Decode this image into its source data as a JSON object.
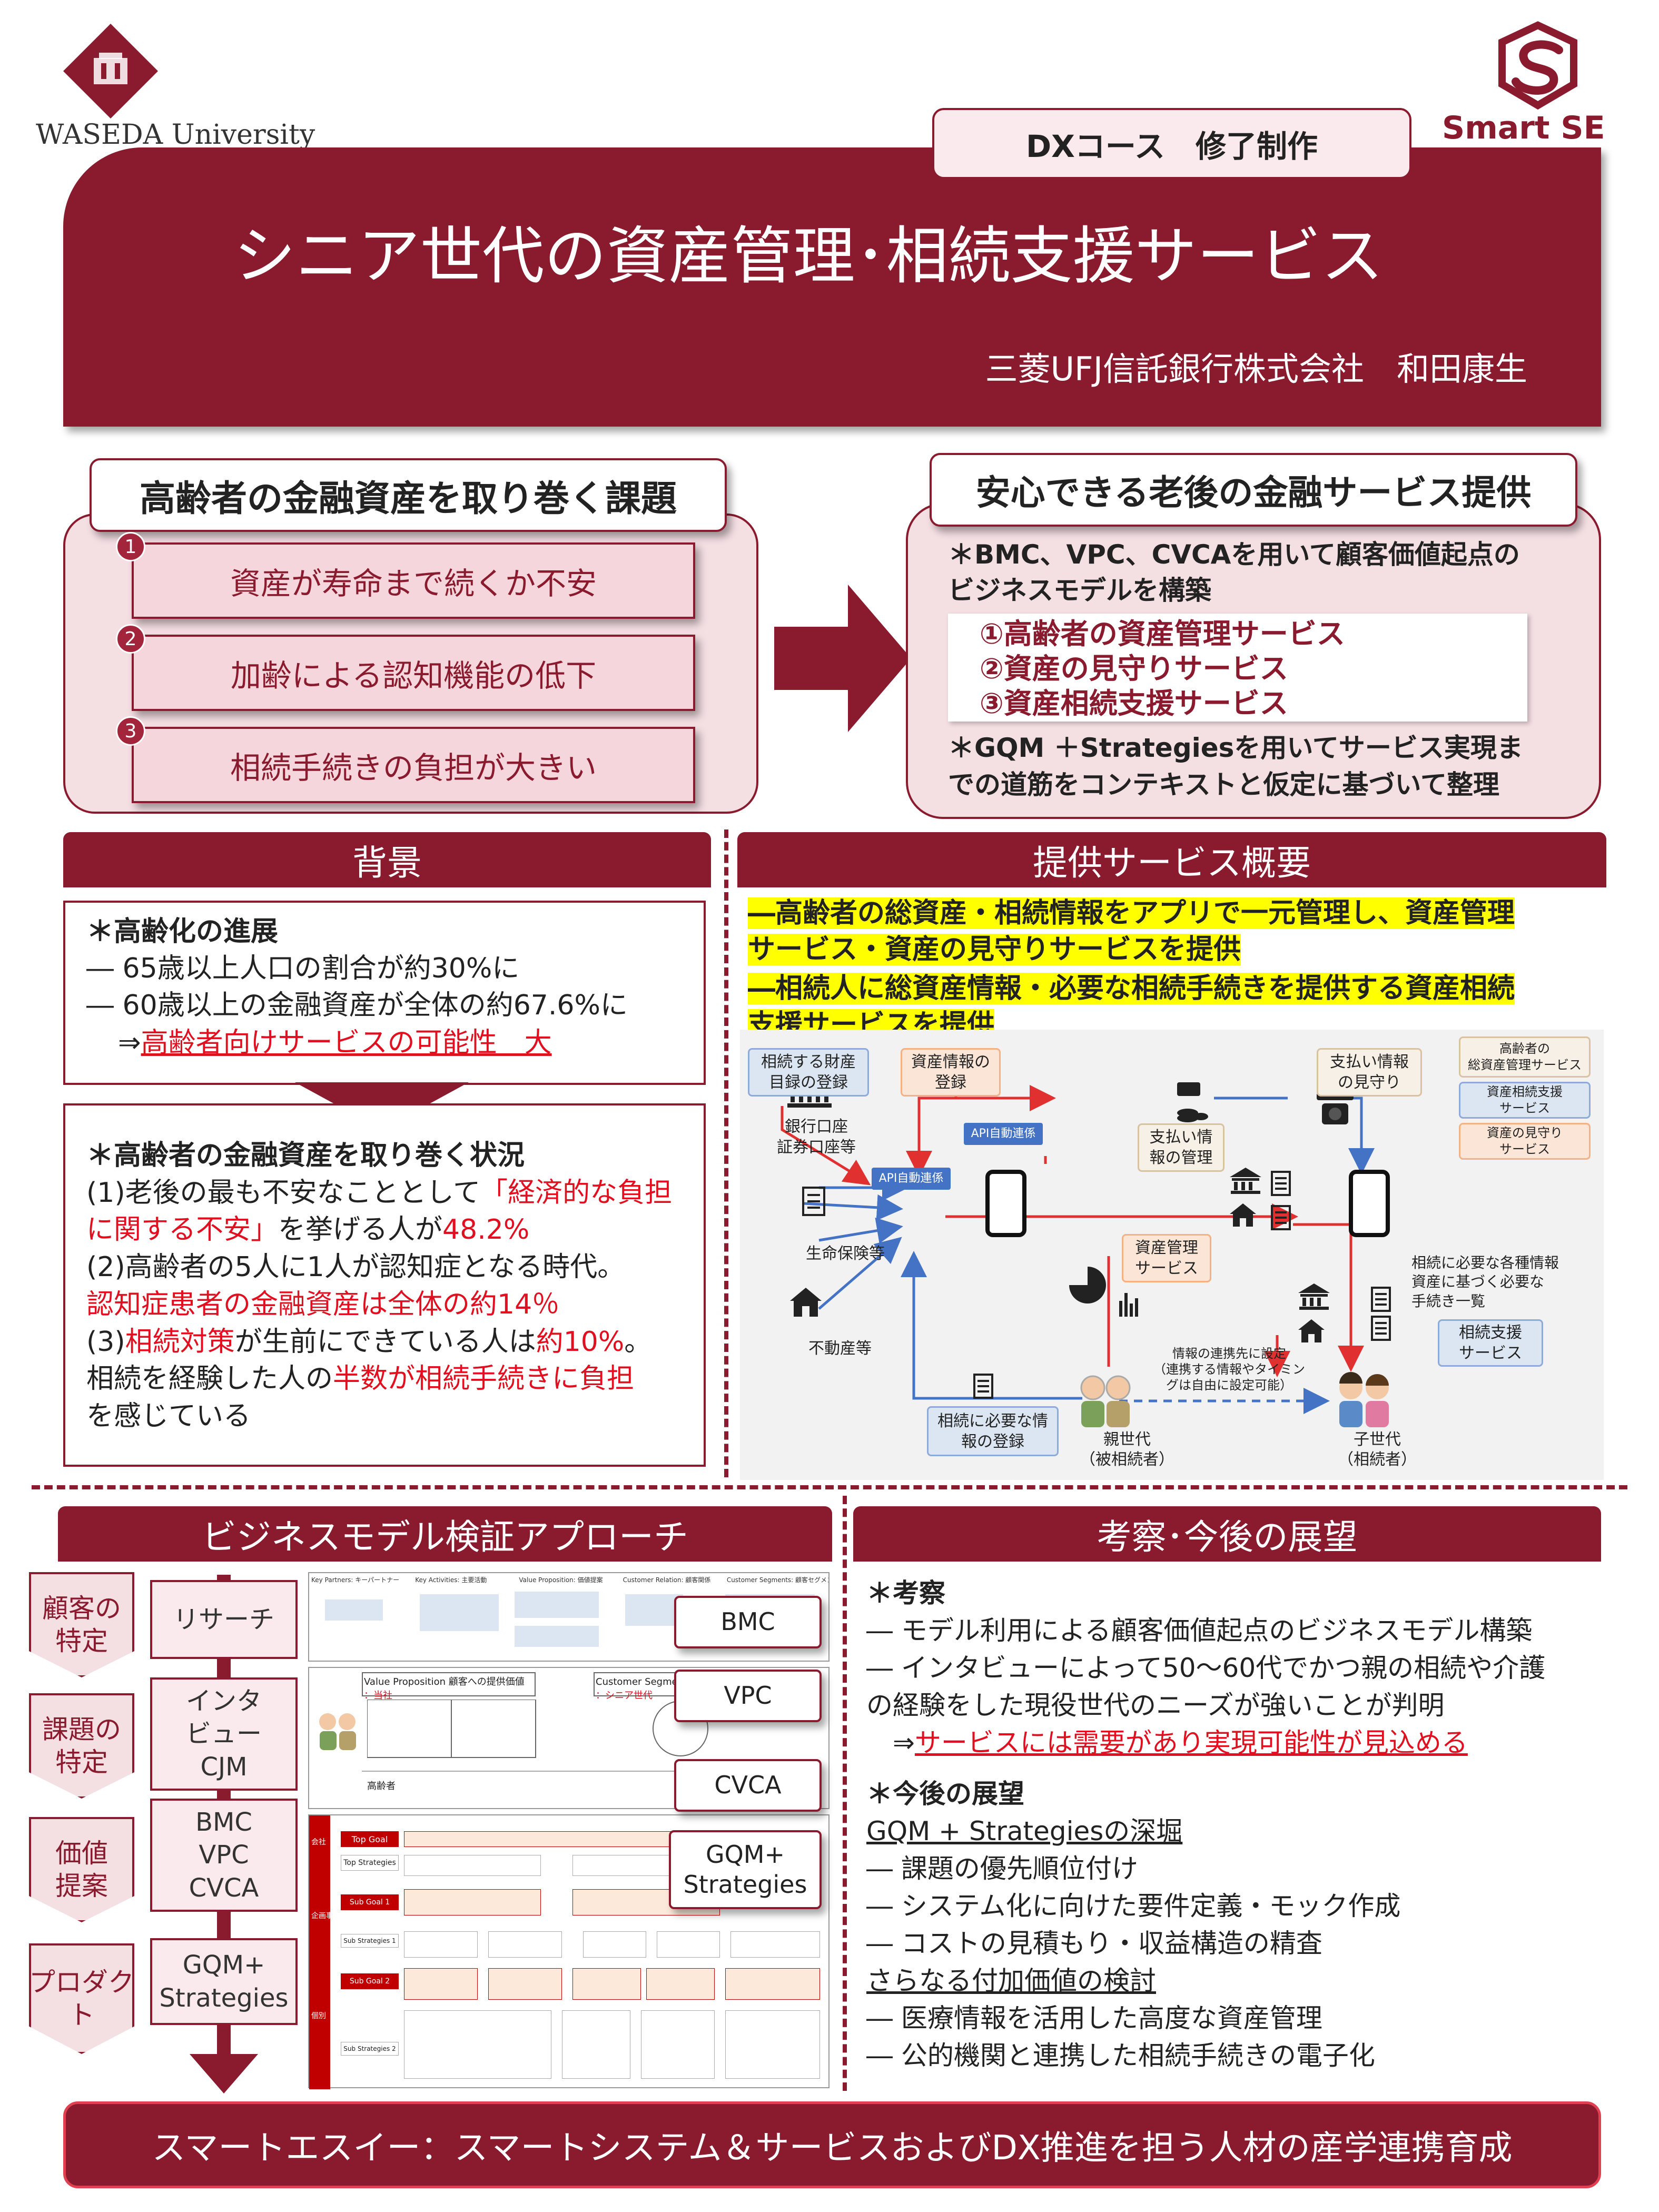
{
  "logos": {
    "waseda": "WASEDA University",
    "smartse": "Smart SE"
  },
  "header": {
    "badge": "DXコース　修了制作",
    "title": "シニア世代の資産管理･相続支援サービス",
    "author": "三菱UFJ信託銀行株式会社　和田康生"
  },
  "issues": {
    "title": "高齢者の金融資産を取り巻く課題",
    "items": [
      {
        "num": "1",
        "text": "資産が寿命まで続くか不安"
      },
      {
        "num": "2",
        "text": "加齢による認知機能の低下"
      },
      {
        "num": "3",
        "text": "相続手続きの負担が大きい"
      }
    ]
  },
  "solution": {
    "title": "安心できる老後の金融サービス提供",
    "line1a": "＊BMC、VPC、CVCAを用いて顧客価値起点の",
    "line1b": "ビジネスモデルを構築",
    "services": [
      "①高齢者の資産管理サービス",
      "②資産の見守りサービス",
      "③資産相続支援サービス"
    ],
    "line2a": "＊GQM ＋Strategiesを用いてサービス実現ま",
    "line2b": "での道筋をコンテキストと仮定に基づいて整理"
  },
  "background": {
    "title": "背景",
    "box1": {
      "heading": "＊高齢化の進展",
      "l1": "― 65歳以上人口の割合が約30%に",
      "l2": "― 60歳以上の金融資産が全体の約67.6%に",
      "l3a": "⇒",
      "l3b": "高齢者向けサービスの可能性　大"
    },
    "box2": {
      "heading": "＊高齢者の金融資産を取り巻く状況",
      "p1a": "(1)老後の最も不安なこととして",
      "p1b": "「経済的な負担",
      "p1c": "に関する不安」",
      "p1d": "を挙げる人が",
      "p1e": "48.2%",
      "p2": "(2)高齢者の5人に1人が認知症となる時代。",
      "p3": "認知症患者の金融資産は全体の約14％",
      "p4a": "(3)",
      "p4b": "相続対策",
      "p4c": "が生前にできている人は",
      "p4d": "約10%",
      "p4e": "。",
      "p5a": "相続を経験した人の",
      "p5b": "半数が相続手続きに負担",
      "p5c": "を感じている"
    }
  },
  "service": {
    "title": "提供サービス概要",
    "hl1a": "―高齢者の総資産・相続情報をアプリで一元管理し、資産管理",
    "hl1b": "サービス・資産の見守りサービスを提供",
    "hl2a": "―相続人に総資産情報・必要な相続手続きを提供する資産相続",
    "hl2b": "支援サービスを提供",
    "diagram": {
      "box_inherit_reg": "相続する財産\n目録の登録",
      "box_asset_reg": "資産情報の\n登録",
      "box_pay_watch": "支払い情報\nの見守り",
      "legend1": "高齢者の\n総資産管理サービス",
      "legend2": "資産相続支援\nサービス",
      "legend3": "資産の見守り\nサービス",
      "bank": "銀行口座\n証券口座等",
      "api1": "API自動連係",
      "api2": "API自動連係",
      "pay_mgmt": "支払い情\n報の管理",
      "insurance": "生命保険等",
      "asset_svc": "資産管理\nサービス",
      "realestate": "不動産等",
      "inherit_info": "相続に必要な各種情報\n資産に基づく必要な\n手続き一覧",
      "inherit_svc": "相続支援\nサービス",
      "link_setting": "情報の連携先に設定\n（連携する情報やタイミン\nグは自由に設定可能）",
      "box_need_reg": "相続に必要な情\n報の登録",
      "parent": "親世代\n（被相続者）",
      "child": "子世代\n（相続者）"
    }
  },
  "approach": {
    "title": "ビジネスモデル検証アプローチ",
    "arrows": [
      "顧客の\n特定",
      "課題の\n特定",
      "価値\n提案",
      "プロダク\nト"
    ],
    "steps": [
      "リサーチ",
      "インタ\nビュー\nCJM",
      "BMC\nVPC\nCVCA",
      "GQM+\nStrategies"
    ],
    "labels": [
      "BMC",
      "VPC",
      "CVCA",
      "GQM+\nStrategies"
    ],
    "thumb": {
      "bmc_headers": [
        "Key Partners: キーパートナー",
        "Key Activities: 主要活動",
        "Value Proposition: 価値提案",
        "Customer Relation: 顧客関係",
        "Customer Segments: 顧客セグメント"
      ],
      "vpc_left": "Value Proposition 顧客への提供価値",
      "vpc_right": "Customer Segments 顧客セグメント",
      "vpc_sub": "：当社",
      "vpc_sub2": "：シニア世代",
      "elder": "高齢者",
      "top_goal": "Top Goal",
      "strategies": "Top Strategies",
      "sub_goal1": "Sub Goal 1",
      "sub_goal2": "Sub Goal 2",
      "sub_str1": "Sub Strategies 1",
      "sub_str2": "Sub Strategies 2",
      "co": "会社",
      "plan": "企画事業",
      "indiv": "個別"
    }
  },
  "discussion": {
    "title": "考察･今後の展望",
    "h1": "＊考察",
    "d1": "― モデル利用による顧客価値起点のビジネスモデル構築",
    "d2a": "― インタビューによって50～60代でかつ親の相続や介護",
    "d2b": "の経験をした現役世代のニーズが強いことが判明",
    "d3a": "⇒",
    "d3b": "サービスには需要があり実現可能性が見込める",
    "h2": "＊今後の展望",
    "s1": "GQM + Strategiesの深堀",
    "s1a": "― 課題の優先順位付け",
    "s1b": "― システム化に向けた要件定義・モック作成",
    "s1c": "― コストの見積もり・収益構造の精査",
    "s2": "さらなる付加価値の検討",
    "s2a": "― 医療情報を活用した高度な資産管理",
    "s2b": "― 公的機関と連携した相続手続きの電子化"
  },
  "footer": {
    "text": "スマートエスイー：スマートシステム＆サービスおよびDX推進を担う人材の産学連携育成"
  },
  "colors": {
    "crimson": "#8a1a2e",
    "pink": "#f4dfe3",
    "red_text": "#e01020",
    "highlight": "#ffff00",
    "blue_box": "#dce6f2",
    "orange_box": "#fbe5d6"
  }
}
